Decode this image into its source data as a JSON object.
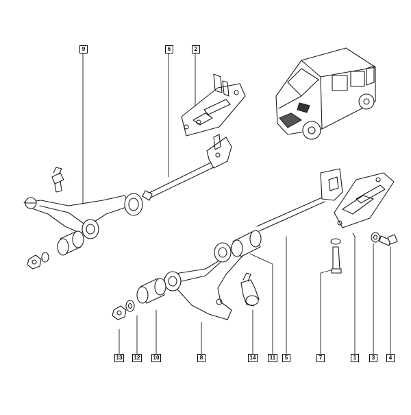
{
  "callouts": {
    "n1": "1",
    "n2": "2",
    "n3": "3",
    "n4": "4",
    "n5": "5",
    "n6": "6",
    "n7": "7",
    "n8": "8",
    "n9": "9",
    "n10": "10",
    "n11": "11",
    "n12": "12",
    "n13": "13",
    "n14": "14"
  },
  "colors": {
    "line": "#1a1a1a",
    "background": "#ffffff"
  }
}
